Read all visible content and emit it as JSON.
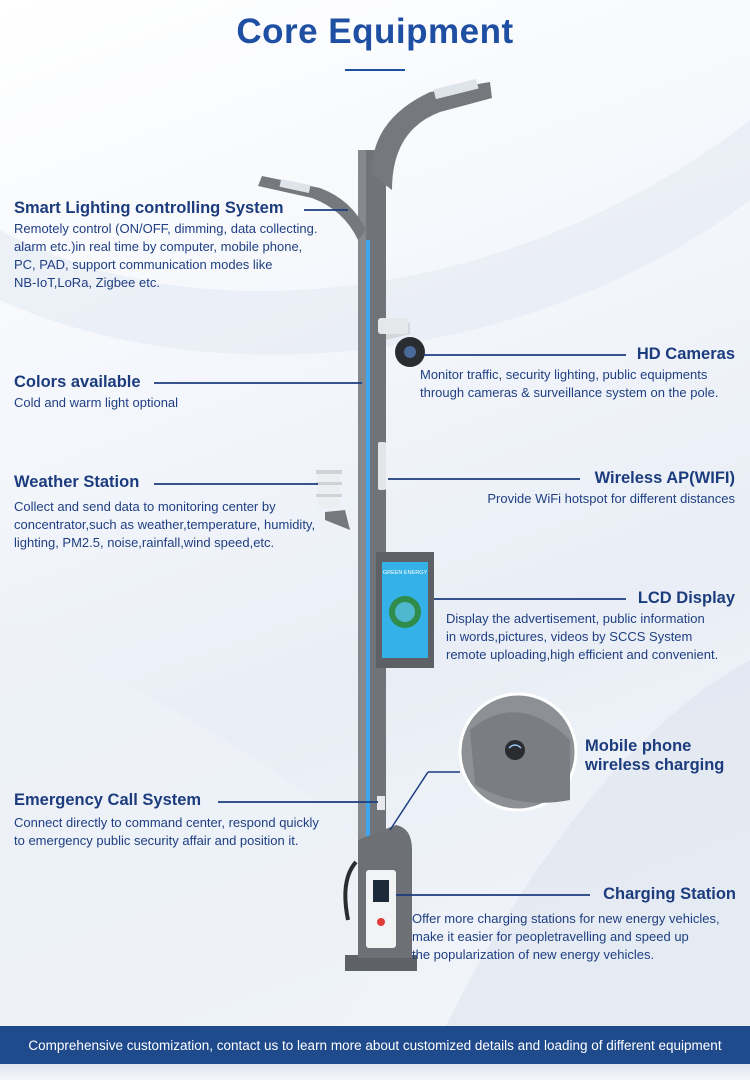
{
  "title": "Core Equipment",
  "features": {
    "smart_lighting": {
      "heading": "Smart Lighting controlling System",
      "lines": [
        "Remotely control (ON/OFF, dimming, data collecting.",
        "alarm etc.)in real time by computer, mobile phone,",
        "PC, PAD, support communication modes like",
        "NB-IoT,LoRa, Zigbee etc."
      ]
    },
    "colors": {
      "heading": "Colors available",
      "lines": [
        "Cold and warm light optional"
      ]
    },
    "weather": {
      "heading": "Weather Station",
      "lines": [
        "Collect and send data to monitoring center by",
        "concentrator,such as weather,temperature, humidity,",
        "lighting, PM2.5, noise,rainfall,wind speed,etc."
      ]
    },
    "emergency": {
      "heading": "Emergency Call System",
      "lines": [
        "Connect directly to command center, respond quickly",
        "to emergency public security affair and position it."
      ]
    },
    "cameras": {
      "heading": "HD Cameras",
      "lines": [
        "Monitor traffic, security lighting, public equipments",
        "through cameras & surveillance system on the pole."
      ]
    },
    "wifi": {
      "heading": "Wireless AP(WIFI)",
      "lines": [
        "Provide WiFi hotspot for different distances"
      ]
    },
    "lcd": {
      "heading": "LCD Display",
      "lines": [
        "Display the advertisement, public information",
        "in words,pictures, videos by SCCS System",
        "remote uploading,high efficient and convenient."
      ]
    },
    "wireless_charging": {
      "heading_line1": "Mobile phone",
      "heading_line2": "wireless charging"
    },
    "charging_station": {
      "heading": "Charging Station",
      "lines": [
        "Offer more charging stations for new energy vehicles,",
        "make it easier for peopletravelling and speed up",
        "the popularization of new energy vehicles."
      ]
    }
  },
  "screen_text": "GREEN ENERGY",
  "footer": "Comprehensive customization, contact us to learn more about customized details and loading of different equipment",
  "colors": {
    "heading": "#1c3c7e",
    "title": "#1f4fa3",
    "pole": "#6c6f74",
    "led_strip": "#3ea6f0",
    "footer_bg": "#1f4a8c"
  }
}
